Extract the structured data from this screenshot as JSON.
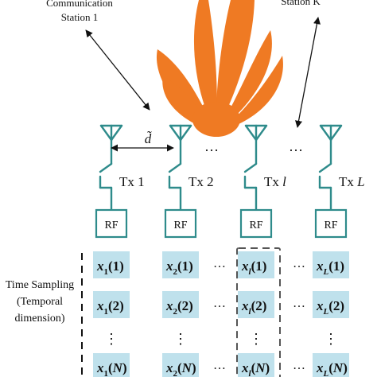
{
  "colors": {
    "teal": "#2e8b8b",
    "beam": "#ef7a23",
    "cell_fill": "#bfe1ec",
    "text": "#111111",
    "dash": "#555555"
  },
  "labels": {
    "station1_line1": "Communication",
    "station1_line2": "Station 1",
    "stationk": "Station K",
    "spacing": "d̃",
    "dots": "…",
    "time_sampling_line1": "Time Sampling",
    "time_sampling_line2": "(Temporal",
    "time_sampling_line3": "dimension)"
  },
  "beam": {
    "icon": "radiation-beam-pattern"
  },
  "antennas": [
    {
      "tx": "Tx 1",
      "tx_base": "Tx ",
      "tx_idx": "1",
      "rf": "RF",
      "italic_idx": false
    },
    {
      "tx": "Tx 2",
      "tx_base": "Tx ",
      "tx_idx": "2",
      "rf": "RF",
      "italic_idx": false
    },
    {
      "tx": "Tx l",
      "tx_base": "Tx ",
      "tx_idx": "l",
      "rf": "RF",
      "italic_idx": true
    },
    {
      "tx": "Tx L",
      "tx_base": "Tx ",
      "tx_idx": "L",
      "rf": "RF",
      "italic_idx": true
    }
  ],
  "grid": {
    "columns": [
      {
        "var": "x",
        "sub": "1",
        "cells": [
          "(1)",
          "(2)",
          "(N)"
        ]
      },
      {
        "var": "x",
        "sub": "2",
        "cells": [
          "(1)",
          "(2)",
          "(N)"
        ]
      },
      {
        "var": "x",
        "sub": "l",
        "cells": [
          "(1)",
          "(2)",
          "(N)"
        ]
      },
      {
        "var": "x",
        "sub": "L",
        "cells": [
          "(1)",
          "(2)",
          "(N)"
        ]
      }
    ],
    "vdots": "⋮"
  }
}
